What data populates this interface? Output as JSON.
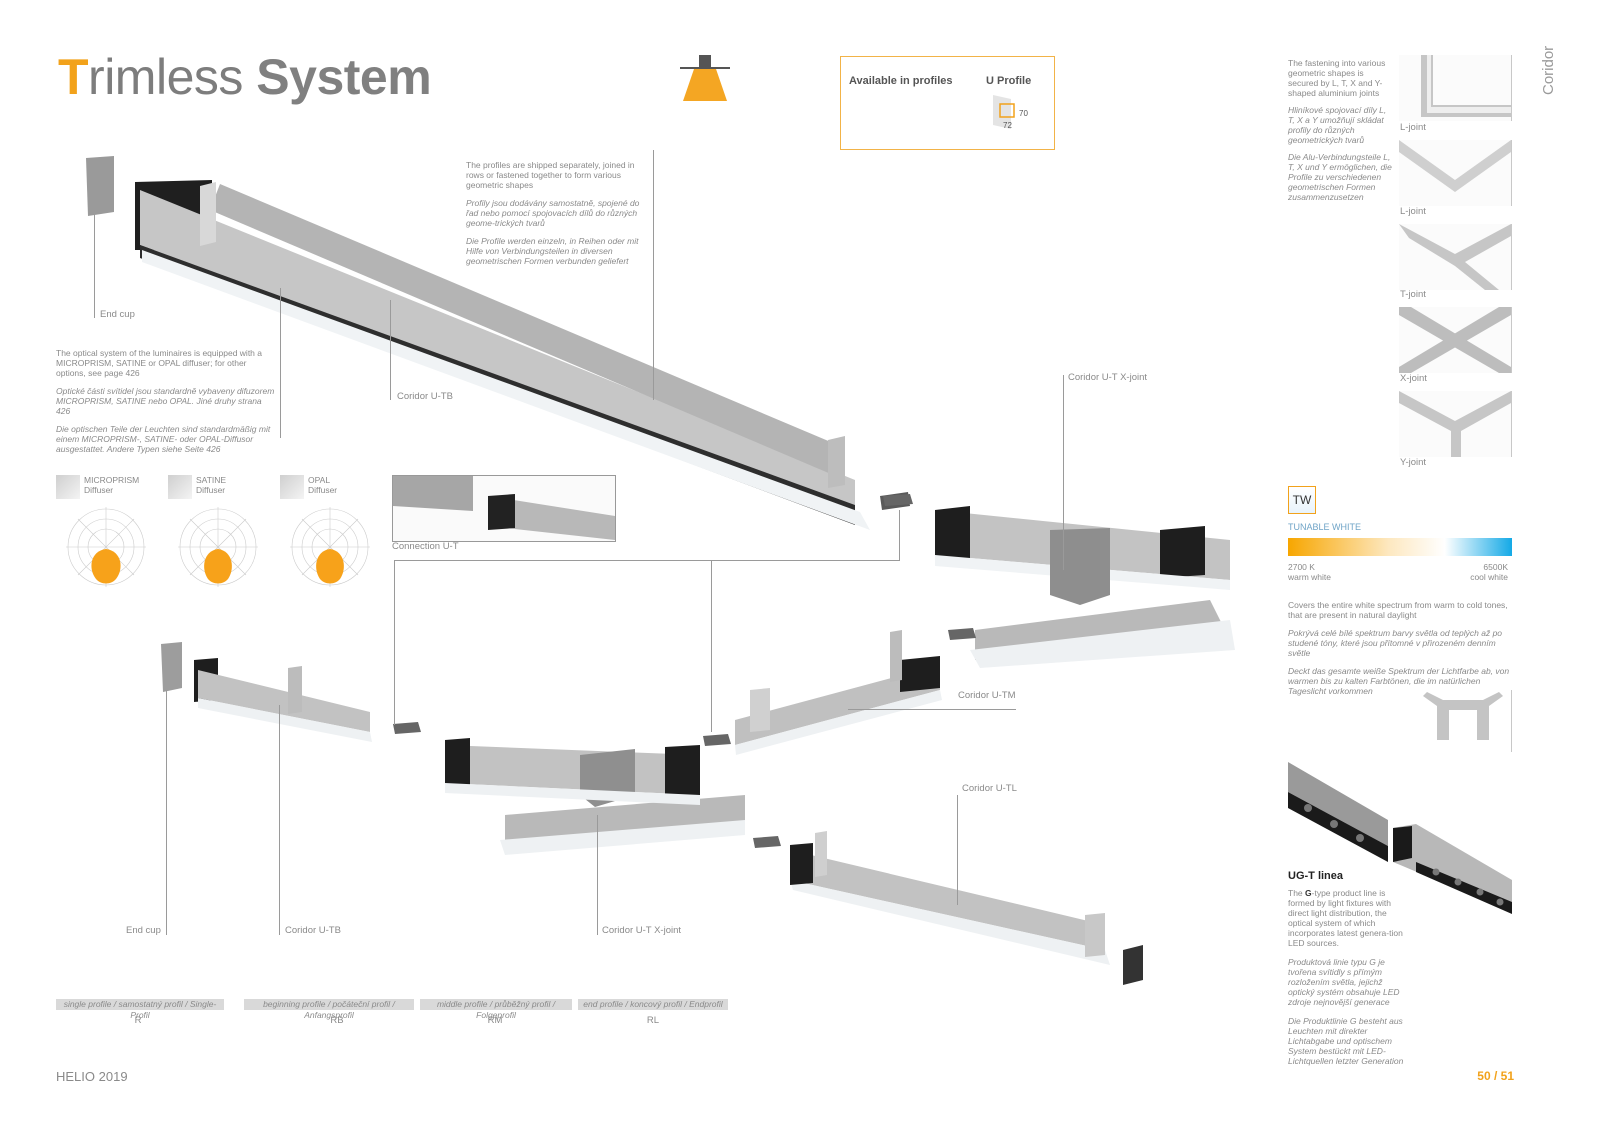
{
  "title": {
    "first_letter": "T",
    "rest": "rimless",
    "bold": "System"
  },
  "profiles_box": {
    "heading": "Available in profiles",
    "profile_name": "U Profile",
    "dim_height": "70",
    "dim_width": "72"
  },
  "side_tab": "Coridor",
  "ship_text": {
    "en": "The profiles are shipped separately, joined in rows or fastened together to form various geometric shapes",
    "cz": "Profily jsou dodávány samostatně, spojené do řad nebo pomocí spojovacích dílů do různých geome-trických tvarů",
    "de": "Die Profile werden einzeln, in Reihen oder mit Hilfe von Verbindungsteilen in diversen geometrischen Formen verbunden geliefert"
  },
  "optical_text": {
    "en": "The optical system of the luminaires is equipped with a MICROPRISM, SATINE or OPAL diffuser; for other options, see page 426",
    "cz": "Optické části svítidel jsou standardně vybaveny difuzorem MICROPRISM, SATINE nebo OPAL. Jiné druhy strana 426",
    "de": "Die optischen Teile der Leuchten sind standardmäßig mit einem MICROPRISM-, SATINE- oder OPAL-Diffusor ausgestattet. Andere Typen siehe Seite 426"
  },
  "diffusers": [
    {
      "name": "MICROPRISM",
      "type": "Diffuser"
    },
    {
      "name": "SATINE",
      "type": "Diffuser"
    },
    {
      "name": "OPAL",
      "type": "Diffuser"
    }
  ],
  "fastening_text": {
    "en": "The fastening into various geometric shapes is secured by L, T, X and Y-shaped aluminium joints",
    "cz": "Hliníkové spojovací díly L, T, X a Y umožňují skládat profily do různých geometrických tvarů",
    "de": "Die Alu-Verbindungsteile L, T, X und Y ermöglichen, die Profile zu verschiedenen geometrischen Formen zusammenzusetzen"
  },
  "joints": [
    "L-joint",
    "L-joint",
    "T-joint",
    "X-joint",
    "Y-joint"
  ],
  "labels": {
    "end_cup_top": "End cup",
    "coridor_utb_top": "Coridor U-TB",
    "connection": "Connection U-T",
    "x_joint_right": "Coridor U-T X-joint",
    "utm": "Coridor U-TM",
    "utl": "Coridor U-TL",
    "end_cup_bottom": "End cup",
    "coridor_utb_bottom": "Coridor U-TB",
    "x_joint_bottom": "Coridor U-T X-joint"
  },
  "profile_tags": [
    {
      "text": "single profile / samostatný profil / Single-Profil",
      "code": "R"
    },
    {
      "text": "beginning profile / počáteční profil / Anfangsprofil",
      "code": "RB"
    },
    {
      "text": "middle profile / průběžný profil / Folgeprofil",
      "code": "RM"
    },
    {
      "text": "end profile / koncový profil / Endprofil",
      "code": "RL"
    }
  ],
  "tunable": {
    "badge": "TW",
    "heading": "TUNABLE WHITE",
    "warm_k": "2700 K",
    "warm_label": "warm white",
    "cool_k": "6500K",
    "cool_label": "cool white",
    "en": "Covers the entire white spectrum from warm to cold tones, that are present in natural daylight",
    "cz": "Pokrývá celé bílé spektrum barvy světla od teplých až po studené tóny, které jsou přítomné v přirozeném denním světle",
    "de": "Deckt das gesamte weiße Spektrum der Lichtfarbe ab, von warmen bis zu kalten Farbtönen, die im natürlichen Tageslicht vorkommen"
  },
  "ugt": {
    "heading": "UG-T linea",
    "en_pre": "The ",
    "en_bold": "G",
    "en_post": "-type product line is formed by light fixtures with direct light distribution, the optical system of which incorporates latest genera-tion LED sources.",
    "cz": "Produktová linie typu G je tvořena svítidly s přímým rozložením světla, jejichž optický systém obsahuje LED zdroje nejnovější generace",
    "de": "Die Produktlinie G besteht aus Leuchten mit direkter Lichtabgabe und optischem System bestückt mit LED-Lichtquellen letzter Generation"
  },
  "footer": {
    "brand": "HELIO 2019",
    "pages": "50 / 51"
  },
  "colors": {
    "accent": "#f2a21b",
    "text": "#8a8a8a",
    "cool": "#14a9e6"
  }
}
